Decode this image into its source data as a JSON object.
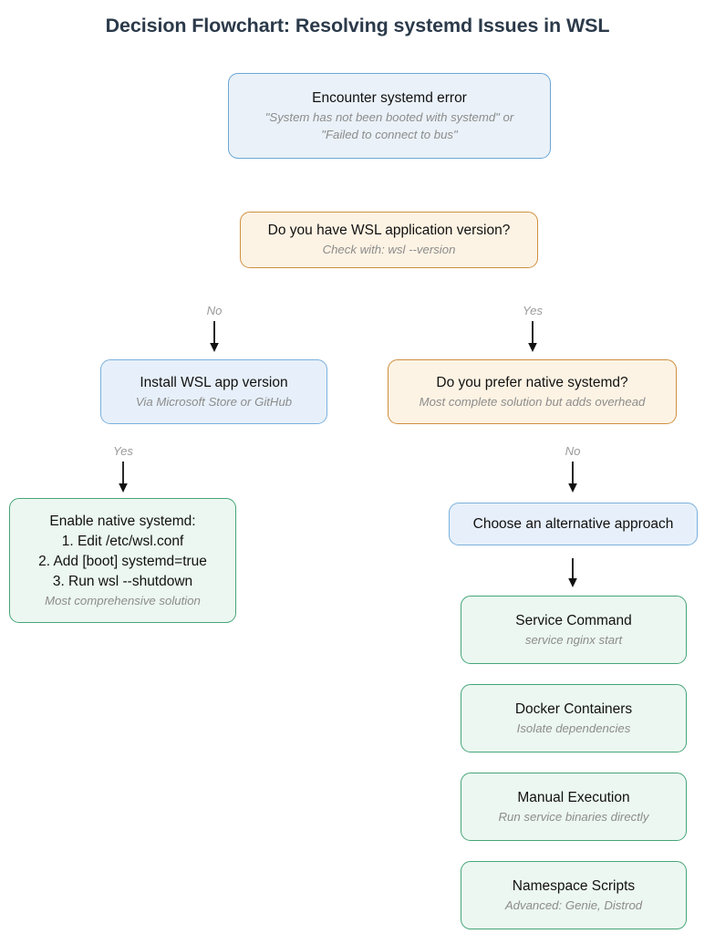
{
  "title": "Decision Flowchart: Resolving systemd Issues in WSL",
  "colors": {
    "title": "#2b3a4a",
    "blue_border": "#6aa6d6",
    "blue_fill": "#eaf1f8",
    "orange_border": "#cf8f3f",
    "orange_fill": "#fdf3e4",
    "green_border": "#45a578",
    "green_fill": "#ecf7f1",
    "edge_label": "#9a9a9a",
    "arrow": "#111111"
  },
  "nodes": {
    "start": {
      "title": "Encounter systemd error",
      "sub1": "\"System has not been booted with systemd\" or",
      "sub2": "\"Failed to connect to bus\"",
      "shape": "process",
      "color": "blue"
    },
    "decision_wsl_version": {
      "title": "Do you have WSL application version?",
      "sub": "Check with: wsl --version",
      "shape": "decision",
      "color": "orange"
    },
    "install_wsl": {
      "title": "Install WSL app version",
      "sub": "Via Microsoft Store or GitHub",
      "shape": "process",
      "color": "blue"
    },
    "decision_native": {
      "title": "Do you prefer native systemd?",
      "sub": "Most complete solution but adds overhead",
      "shape": "decision",
      "color": "orange"
    },
    "enable_native": {
      "title": "Enable native systemd:",
      "step1": "1. Edit /etc/wsl.conf",
      "step2": "2. Add [boot] systemd=true",
      "step3": "3. Run wsl --shutdown",
      "sub": "Most comprehensive solution",
      "shape": "process",
      "color": "green"
    },
    "choose_alternative": {
      "title": "Choose an alternative approach",
      "shape": "process",
      "color": "blue"
    },
    "service_command": {
      "title": "Service Command",
      "sub": "service nginx start",
      "shape": "process",
      "color": "green"
    },
    "docker_containers": {
      "title": "Docker Containers",
      "sub": "Isolate dependencies",
      "shape": "process",
      "color": "green"
    },
    "manual_execution": {
      "title": "Manual Execution",
      "sub": "Run service binaries directly",
      "shape": "process",
      "color": "green"
    },
    "namespace_scripts": {
      "title": "Namespace Scripts",
      "sub": "Advanced: Genie, Distrod",
      "shape": "process",
      "color": "green"
    }
  },
  "edges": {
    "decision_wsl_no": "No",
    "decision_wsl_yes": "Yes",
    "install_wsl_yes": "Yes",
    "decision_native_no": "No"
  }
}
